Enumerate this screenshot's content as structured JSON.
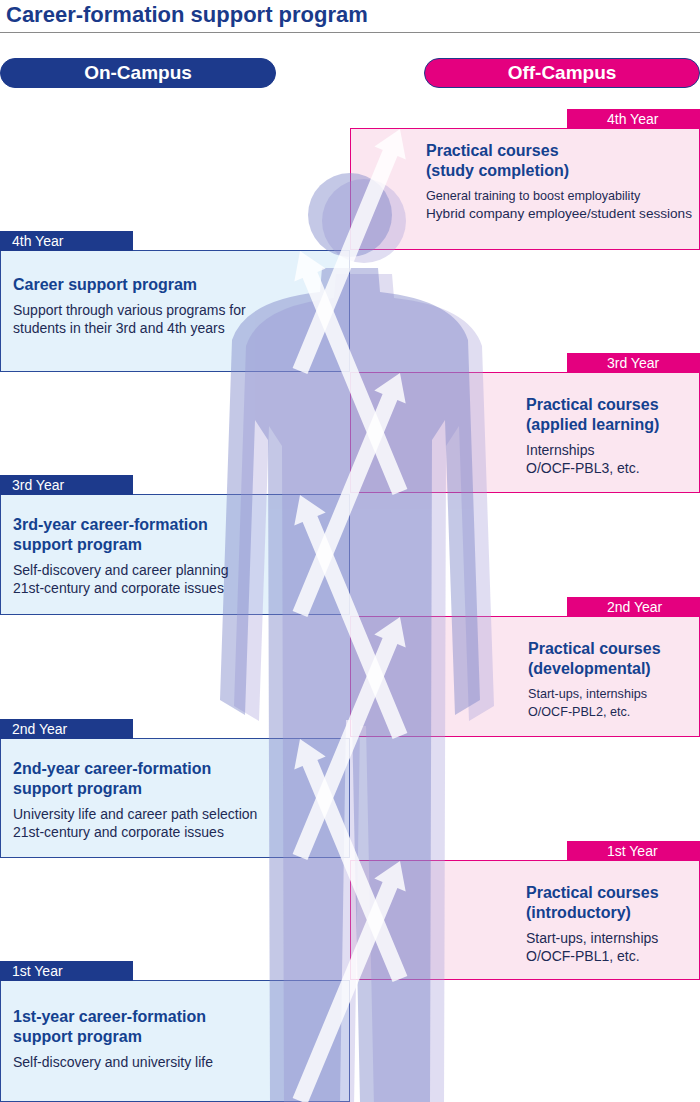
{
  "diagram": {
    "title": "Career-formation support program",
    "nodes": [
      {
        "text": [
          "On-Campus"
        ]
      },
      {
        "text": [
          "Off-Campus"
        ]
      },
      {
        "text": [
          "4th Year",
          "Practical courses (study completion)",
          "General training to boost employability",
          "Hybrid company employee/student sessions"
        ]
      },
      {
        "text": [
          "4th Year",
          "Career support program",
          "Support through various programs for students in their 3rd and 4th years"
        ]
      },
      {
        "text": [
          "3rd Year",
          "Practical courses (applied learning)",
          "Internships",
          "O/OCF-PBL3, etc."
        ]
      },
      {
        "text": [
          "3rd Year",
          "3rd-year career-formation support program",
          "Self-discovery and career planning",
          "21st-century and corporate issues"
        ]
      },
      {
        "text": [
          "2nd Year",
          "Practical courses (developmental)",
          "Start-ups, internships",
          "O/OCF-PBL2, etc."
        ]
      },
      {
        "text": [
          "2nd Year",
          "2nd-year career-formation support program",
          "University life and career path selection",
          "21st-century and corporate issues"
        ]
      },
      {
        "text": [
          "1st Year",
          "Practical courses (introductory)",
          "Start-ups, internships",
          "O/OCF-PBL1, etc."
        ]
      },
      {
        "text": [
          "1st Year",
          "1st-year career-formation support program",
          "Self-discovery and university life"
        ]
      }
    ],
    "edges": [
      {
        "from": 9,
        "to": 8,
        "arrow": "to"
      },
      {
        "from": 8,
        "to": 7,
        "arrow": "to"
      },
      {
        "from": 7,
        "to": 6,
        "arrow": "to"
      },
      {
        "from": 6,
        "to": 5,
        "arrow": "to"
      },
      {
        "from": 5,
        "to": 4,
        "arrow": "to"
      },
      {
        "from": 4,
        "to": 3,
        "arrow": "to"
      },
      {
        "from": 3,
        "to": 2,
        "arrow": "to"
      }
    ]
  }
}
